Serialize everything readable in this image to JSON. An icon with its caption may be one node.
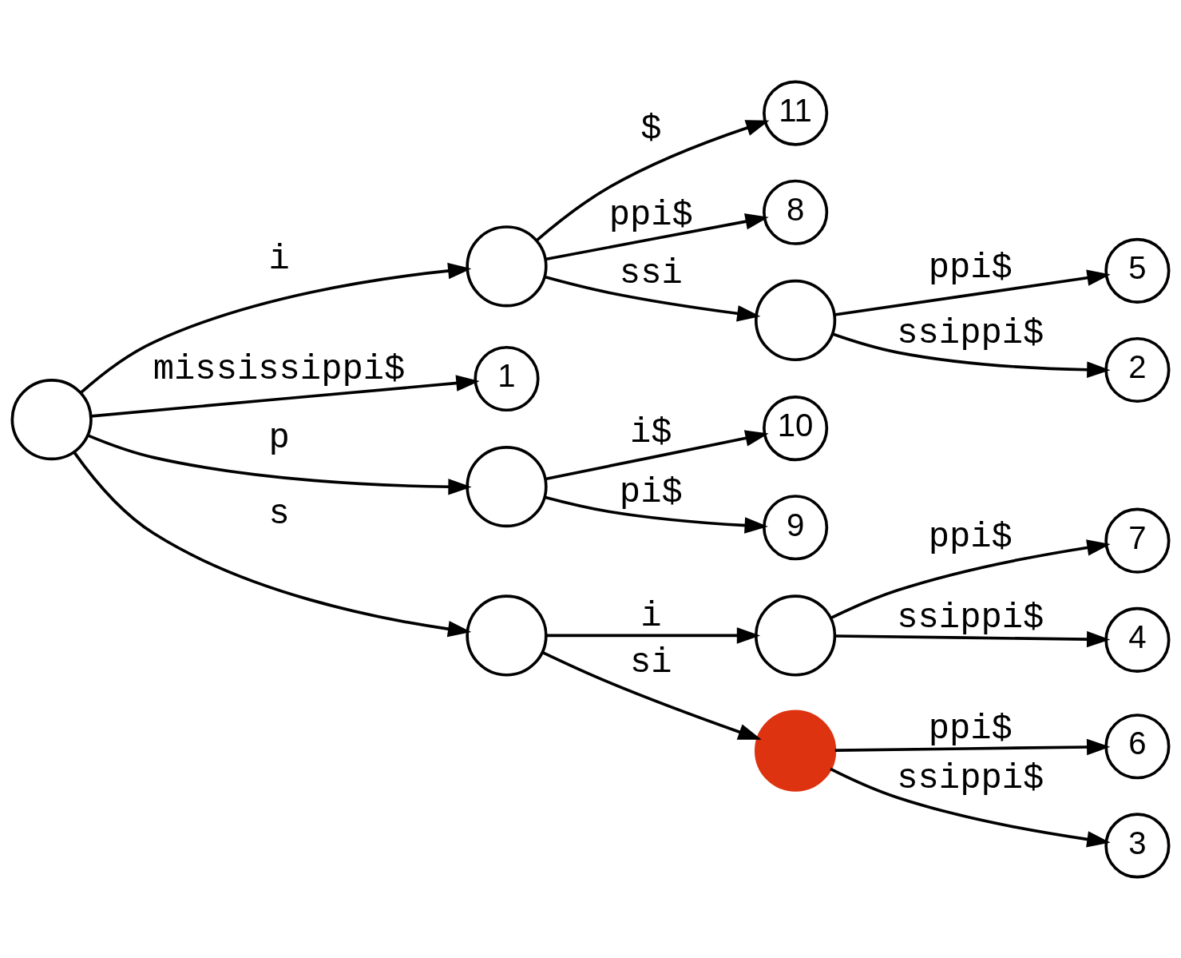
{
  "diagram": {
    "nodes": [
      {
        "text": [],
        "shape": "circle"
      },
      {
        "text": [],
        "shape": "circle"
      },
      {
        "text": [
          "11"
        ]
      },
      {
        "text": [
          "8"
        ]
      },
      {
        "text": [],
        "shape": "circle"
      },
      {
        "text": [
          "5"
        ]
      },
      {
        "text": [
          "2"
        ]
      },
      {
        "text": [
          "1"
        ]
      },
      {
        "text": [],
        "shape": "circle"
      },
      {
        "text": [
          "10"
        ]
      },
      {
        "text": [
          "9"
        ]
      },
      {
        "text": [],
        "shape": "circle"
      },
      {
        "text": [],
        "shape": "circle"
      },
      {
        "text": [
          "7"
        ]
      },
      {
        "text": [
          "4"
        ]
      },
      {
        "text": [],
        "shape": "circle"
      },
      {
        "text": [
          "6"
        ]
      },
      {
        "text": [
          "3"
        ]
      }
    ],
    "edges": [
      {
        "from": 0,
        "to": 1,
        "arrow": "to",
        "label": "i"
      },
      {
        "from": 1,
        "to": 2,
        "arrow": "to",
        "label": "$"
      },
      {
        "from": 1,
        "to": 3,
        "arrow": "to",
        "label": "ppi$"
      },
      {
        "from": 1,
        "to": 4,
        "arrow": "to",
        "label": "ssi"
      },
      {
        "from": 4,
        "to": 5,
        "arrow": "to",
        "label": "ppi$"
      },
      {
        "from": 4,
        "to": 6,
        "arrow": "to",
        "label": "ssippi$"
      },
      {
        "from": 0,
        "to": 7,
        "arrow": "to",
        "label": "mississippi$"
      },
      {
        "from": 0,
        "to": 8,
        "arrow": "to",
        "label": "p"
      },
      {
        "from": 8,
        "to": 9,
        "arrow": "to",
        "label": "i$"
      },
      {
        "from": 8,
        "to": 10,
        "arrow": "to",
        "label": "pi$"
      },
      {
        "from": 0,
        "to": 11,
        "arrow": "to",
        "label": "s"
      },
      {
        "from": 11,
        "to": 12,
        "arrow": "to",
        "label": "i"
      },
      {
        "from": 12,
        "to": 13,
        "arrow": "to",
        "label": "ppi$"
      },
      {
        "from": 12,
        "to": 14,
        "arrow": "to",
        "label": "ssippi$"
      },
      {
        "from": 11,
        "to": 15,
        "arrow": "to",
        "label": "si"
      },
      {
        "from": 15,
        "to": 16,
        "arrow": "to",
        "label": "ppi$"
      },
      {
        "from": 15,
        "to": 17,
        "arrow": "to",
        "label": "ssippi$"
      }
    ]
  }
}
